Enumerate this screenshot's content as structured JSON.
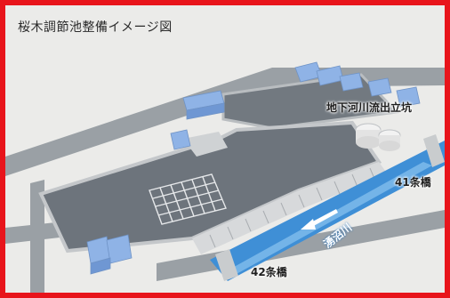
{
  "title": "桜木調節池整備イメージ図",
  "labels": {
    "shaft": "地下河川流出立坑",
    "bridge_41": "41条橋",
    "bridge_42": "42条橋",
    "river": "湧沼川"
  },
  "colors": {
    "frame_border": "#e8141b",
    "river": "#3f8fd6",
    "reservoir_floor": "#6d747c",
    "road": "#8f969c",
    "buildings": "#8fb3e6",
    "ground": "#e6e6e4"
  }
}
